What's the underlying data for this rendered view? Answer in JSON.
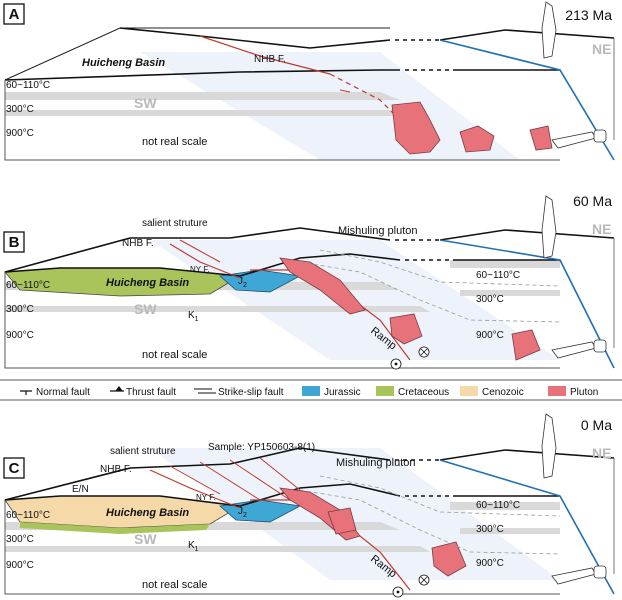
{
  "panels": [
    {
      "letter": "A",
      "age": "213 Ma",
      "basin": "Huicheng Basin",
      "fault": "NHB F.",
      "temp_upper": "60~110°C",
      "temp_mid": "300°C",
      "temp_low": "900°C",
      "sw": "SW",
      "ne": "NE",
      "note": "not real scale"
    },
    {
      "letter": "B",
      "age": "60 Ma",
      "basin": "Huicheng Basin",
      "fault": "NHB F.",
      "fault2": "NY F.",
      "salient": "salient struture",
      "pluton": "Mishuling pluton",
      "j2": "J",
      "j2_sub": "2",
      "k1": "K",
      "k1_sub": "1",
      "ramp": "Ramp",
      "temp_upper": "60~110°C",
      "temp_mid": "300°C",
      "temp_low": "900°C",
      "temp_upper_r": "60~110°C",
      "temp_mid_r": "300°C",
      "temp_low_r": "900°C",
      "sw": "SW",
      "ne": "NE",
      "note": "not real scale"
    },
    {
      "letter": "C",
      "age": "0 Ma",
      "basin": "Huicheng Basin",
      "fault": "NHB F.",
      "fault2": "NY F.",
      "salient": "salient struture",
      "sample": "Sample: YP150603-8(1)",
      "pluton": "Mishuling pluton",
      "en": "E/N",
      "j2": "J",
      "j2_sub": "2",
      "k1": "K",
      "k1_sub": "1",
      "ramp": "Ramp",
      "temp_upper": "60~110°C",
      "temp_mid": "300°C",
      "temp_low": "900°C",
      "temp_upper_r": "60~110°C",
      "temp_mid_r": "300°C",
      "temp_low_r": "900°C",
      "sw": "SW",
      "ne": "NE",
      "note": "not real scale"
    }
  ],
  "legend": {
    "normal_fault": "Normal fault",
    "thrust_fault": "Thrust fault",
    "strike_slip": "Strike-slip fault",
    "jurassic": "Jurassic",
    "cretaceous": "Cretaceous",
    "cenozoic": "Cenozoic",
    "pluton": "Pluton"
  },
  "colors": {
    "jurassic": "#3fa7d6",
    "cretaceous": "#a8c45a",
    "cenozoic": "#f6d9a8",
    "pluton": "#e8727a",
    "fault": "#c0392b",
    "ne_boundary": "#1f6fb5",
    "shading": "#eef3fb"
  }
}
